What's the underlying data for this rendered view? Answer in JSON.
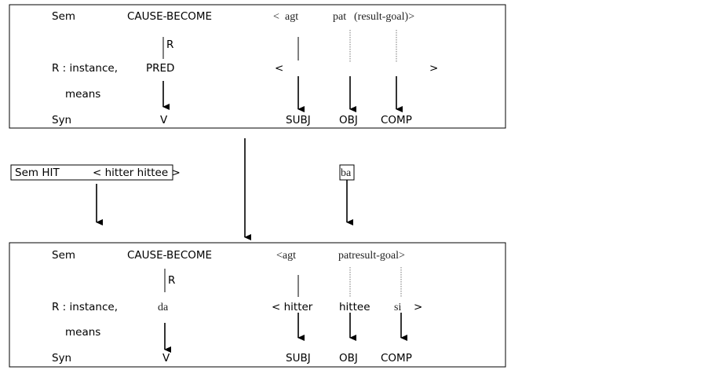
{
  "colors": {
    "ink": "#000000",
    "dotted": "#777777",
    "background": "#ffffff"
  },
  "top_box": {
    "sem_label": "Sem",
    "predicate": "CAUSE-BECOME",
    "arg_open": "<",
    "agt": "agt",
    "pat": "pat",
    "result_goal": "(result-goal)>",
    "r_label": "R",
    "r_instance": "R : instance,",
    "means": "means",
    "pred": "PRED",
    "open_bracket": "<",
    "close_bracket": ">",
    "syn_label": "Syn",
    "v": "V",
    "subj": "SUBJ",
    "obj": "OBJ",
    "comp": "COMP"
  },
  "middle": {
    "sem_hit": "Sem HIT",
    "hit_args": "< hitter hittee >",
    "ba": "ba"
  },
  "bottom_box": {
    "sem_label": "Sem",
    "predicate": "CAUSE-BECOME",
    "agt": "<agt",
    "pat_result_goal": "patresult-goal>",
    "r_label": "R",
    "r_instance": "R : instance,",
    "da": "da",
    "hitter": "< hitter",
    "hittee": "hittee",
    "si": "si",
    "close_bracket": ">",
    "means": "means",
    "syn_label": "Syn",
    "v": "V",
    "subj": "SUBJ",
    "obj": "OBJ",
    "comp": "COMP"
  }
}
